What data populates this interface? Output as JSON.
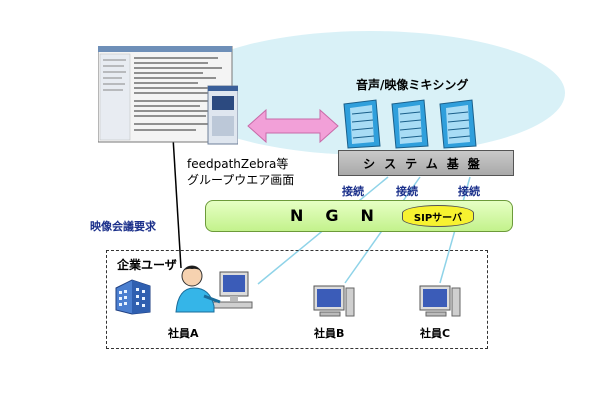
{
  "labels": {
    "audio_video_mixing": "音声/映像ミキシング",
    "system_base": "システム基盤",
    "connect_1": "接続",
    "connect_2": "接続",
    "connect_3": "接続",
    "ngn": "NGN",
    "sip_server": "SIPサーバ",
    "groupware_line1": "feedpathZebra等",
    "groupware_line2": "グループウエア画面",
    "video_conf_request": "映像会議要求",
    "enterprise_user": "企業ユーザ",
    "employee_a": "社員A",
    "employee_b": "社員B",
    "employee_c": "社員C"
  },
  "colors": {
    "cloud": "#d9f1f7",
    "server_blue": "#2f9fdc",
    "ngn_green": "#c3f28c",
    "sip_yellow": "#f7f230",
    "arrow_pink": "#f2a0d8",
    "label_blue": "#1a2f8a",
    "link_line": "#8fd3e8"
  },
  "icons": [
    "server-rack-icon",
    "screen-capture-icon",
    "pc-monitor-icon",
    "office-building-icon",
    "person-at-desk-icon"
  ]
}
